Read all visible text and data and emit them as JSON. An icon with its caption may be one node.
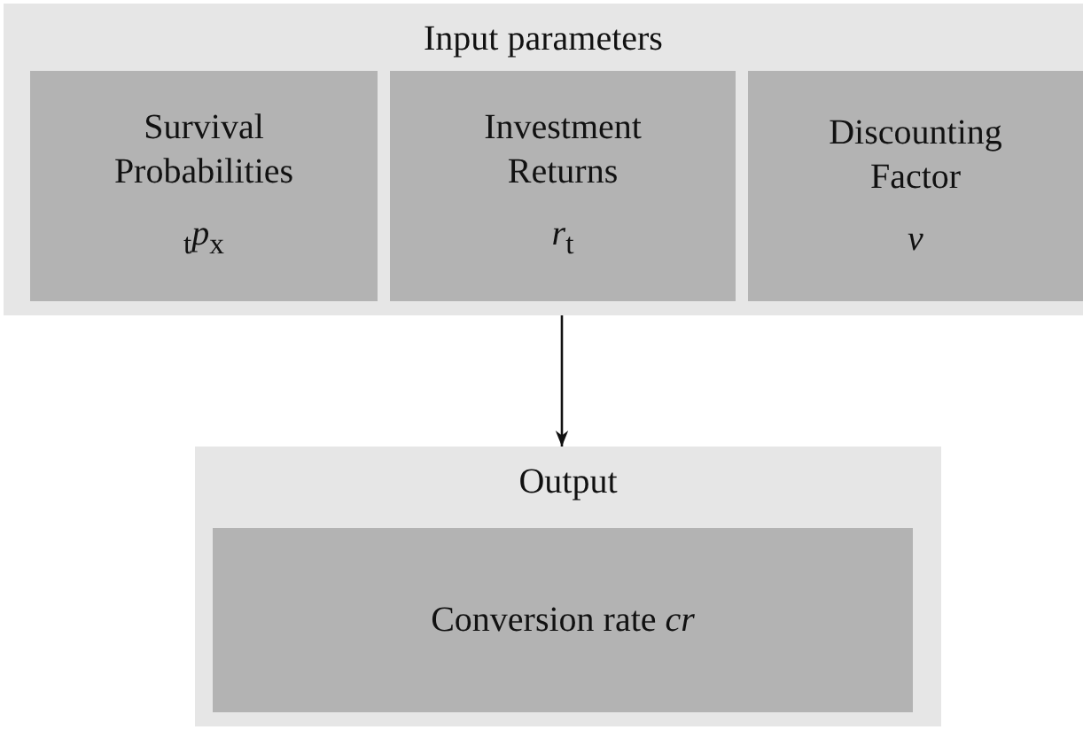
{
  "diagram": {
    "nodes": [
      {
        "text": [
          "Input parameters"
        ]
      },
      {
        "text": [
          "Survival Probabilities",
          "$_{t}$*p*$_{x}$"
        ],
        "in": 0
      },
      {
        "text": [
          "Investment Returns",
          "*r*$_{t}$"
        ],
        "in": 0
      },
      {
        "text": [
          "Discounting Factor",
          "*ν*"
        ],
        "in": 0
      },
      {
        "text": [
          "Output"
        ]
      },
      {
        "text": [
          "Conversion rate *cr*"
        ],
        "in": 4
      }
    ],
    "edges": [
      {
        "from": 0,
        "to": 4,
        "arrow": "to"
      }
    ]
  }
}
